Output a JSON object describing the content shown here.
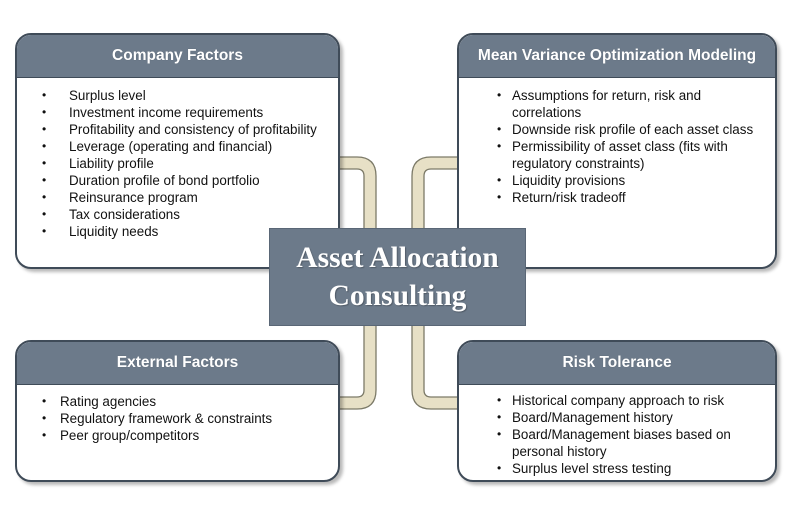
{
  "center": {
    "line1": "Asset Allocation",
    "line2": "Consulting"
  },
  "panels": {
    "company": {
      "title": "Company Factors",
      "items": [
        "Surplus level",
        "Investment income requirements",
        "Profitability and consistency of profitability",
        "Leverage (operating and financial)",
        "Liability profile",
        "Duration profile of bond portfolio",
        "Reinsurance program",
        "Tax considerations",
        "Liquidity needs"
      ]
    },
    "mvo": {
      "title": "Mean Variance Optimization Modeling",
      "items": [
        "Assumptions for return, risk and correlations",
        "Downside risk profile of each asset class",
        "Permissibility of asset class (fits with regulatory constraints)",
        "Liquidity provisions",
        "Return/risk tradeoff"
      ]
    },
    "external": {
      "title": "External Factors",
      "items": [
        "Rating agencies",
        "Regulatory framework & constraints",
        "Peer group/competitors"
      ]
    },
    "risk": {
      "title": "Risk Tolerance",
      "items": [
        "Historical company approach to risk",
        "Board/Management history",
        "Board/Management biases based on personal history",
        "Surplus level stress testing"
      ]
    }
  },
  "colors": {
    "header_fill": "#6c7a8a",
    "panel_border": "#3f4b58",
    "arrow_fill": "#e7e0c6",
    "arrow_stroke": "#7c7a68"
  }
}
